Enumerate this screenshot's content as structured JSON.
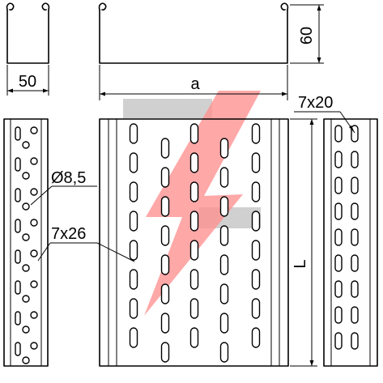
{
  "dimensions": {
    "width_end": "50",
    "width_front": "a",
    "height": "60",
    "length": "L"
  },
  "callouts": {
    "round_hole": "Ø8,5",
    "slot_side": "7x26",
    "slot_base": "7x20"
  },
  "watermark": {
    "colors": {
      "bar": "#c8c8c8",
      "bolt": "#ff8080"
    }
  }
}
